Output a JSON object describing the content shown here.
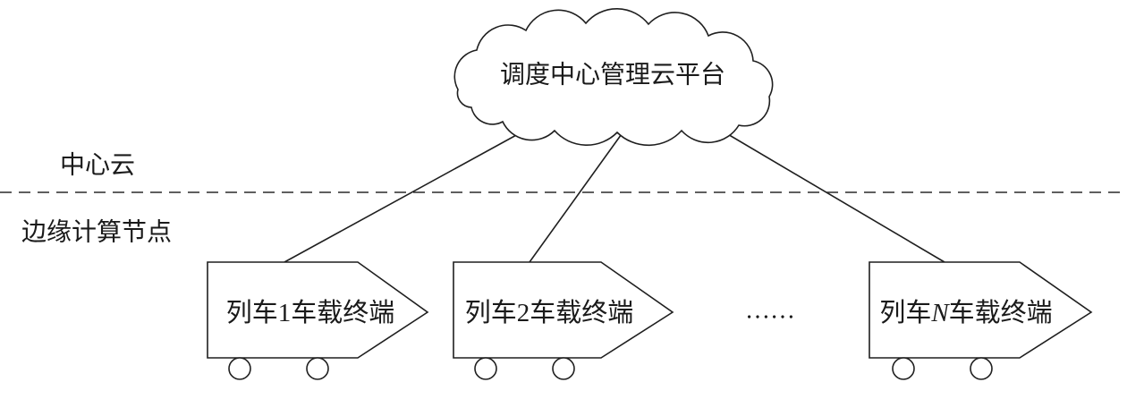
{
  "diagram": {
    "cloud": {
      "label": "调度中心管理云平台"
    },
    "tiers": {
      "upper_label": "中心云",
      "lower_label": "边缘计算节点"
    },
    "trains": [
      {
        "prefix": "列车",
        "number": "1",
        "suffix": "车载终端"
      },
      {
        "prefix": "列车",
        "number": "2",
        "suffix": "车载终端"
      },
      {
        "prefix": "列车",
        "number": "N",
        "suffix": "车载终端"
      }
    ],
    "ellipsis": "……"
  }
}
